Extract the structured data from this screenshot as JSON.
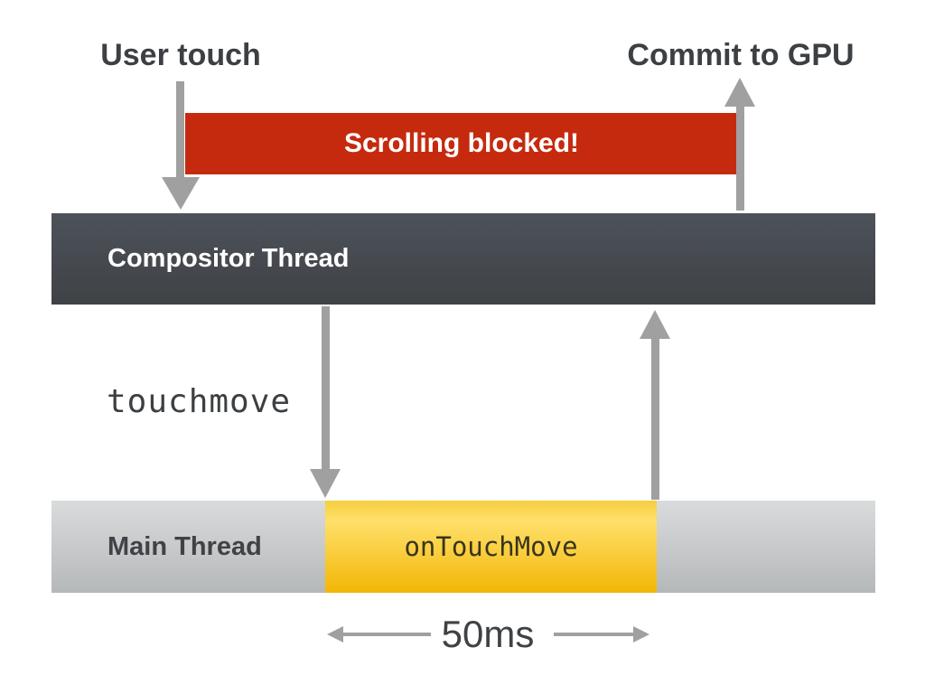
{
  "diagram": {
    "user_touch_label": "User touch",
    "commit_gpu_label": "Commit to GPU",
    "scrolling_blocked_label": "Scrolling blocked!",
    "compositor_thread_label": "Compositor Thread",
    "touchmove_label": "touchmove",
    "main_thread_label": "Main Thread",
    "on_touch_move_label": "onTouchMove",
    "duration_label": "50ms",
    "colors": {
      "blocked_red": "#c62a0e",
      "compositor_dark_top": "#4d525b",
      "compositor_dark_bottom": "#3f4245",
      "main_gray_top": "#d9dbdc",
      "main_gray_bottom": "#b5b8b9",
      "busy_yellow_top": "#ffe06a",
      "busy_yellow_bottom": "#f2b606",
      "arrow_gray": "#a0a0a0",
      "text_dark": "#3c4043",
      "banner_text": "#ffffff"
    }
  }
}
